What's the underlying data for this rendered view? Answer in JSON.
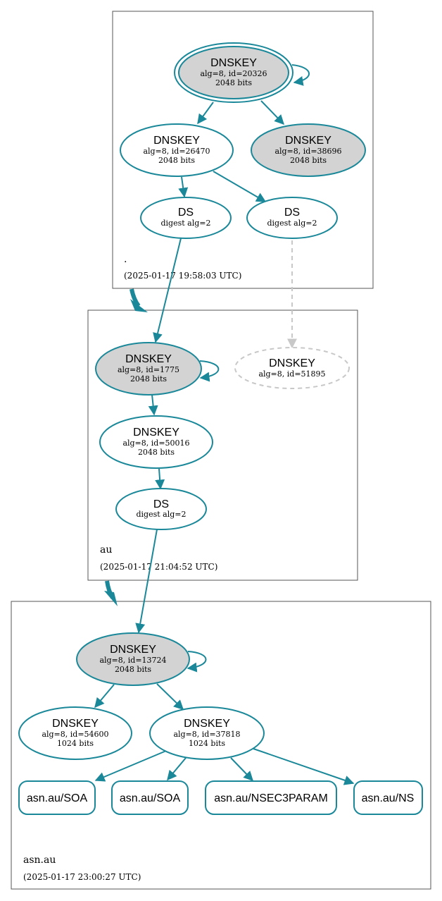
{
  "colors": {
    "accent": "#1a8899",
    "sep_fill": "#d3d3d3",
    "missing": "#c8c8c8",
    "zone_border": "#555555"
  },
  "zones": [
    {
      "id": "root",
      "name": ".",
      "timestamp": "(2025-01-17 19:58:03 UTC)"
    },
    {
      "id": "au",
      "name": "au",
      "timestamp": "(2025-01-17 21:04:52 UTC)"
    },
    {
      "id": "asn",
      "name": "asn.au",
      "timestamp": "(2025-01-17 23:00:27 UTC)"
    }
  ],
  "nodes": {
    "root_ksk": {
      "title": "DNSKEY",
      "line1": "alg=8, id=20326",
      "line2": "2048 bits"
    },
    "root_zsk1": {
      "title": "DNSKEY",
      "line1": "alg=8, id=26470",
      "line2": "2048 bits"
    },
    "root_zsk2": {
      "title": "DNSKEY",
      "line1": "alg=8, id=38696",
      "line2": "2048 bits"
    },
    "root_ds1": {
      "title": "DS",
      "line1": "digest alg=2"
    },
    "root_ds2": {
      "title": "DS",
      "line1": "digest alg=2"
    },
    "au_ksk": {
      "title": "DNSKEY",
      "line1": "alg=8, id=1775",
      "line2": "2048 bits"
    },
    "au_missing": {
      "title": "DNSKEY",
      "line1": "alg=8, id=51895"
    },
    "au_zsk": {
      "title": "DNSKEY",
      "line1": "alg=8, id=50016",
      "line2": "2048 bits"
    },
    "au_ds": {
      "title": "DS",
      "line1": "digest alg=2"
    },
    "asn_ksk": {
      "title": "DNSKEY",
      "line1": "alg=8, id=13724",
      "line2": "2048 bits"
    },
    "asn_zsk1": {
      "title": "DNSKEY",
      "line1": "alg=8, id=54600",
      "line2": "1024 bits"
    },
    "asn_zsk2": {
      "title": "DNSKEY",
      "line1": "alg=8, id=37818",
      "line2": "1024 bits"
    },
    "rr1": {
      "label": "asn.au/SOA"
    },
    "rr2": {
      "label": "asn.au/SOA"
    },
    "rr3": {
      "label": "asn.au/NSEC3PARAM"
    },
    "rr4": {
      "label": "asn.au/NS"
    }
  }
}
